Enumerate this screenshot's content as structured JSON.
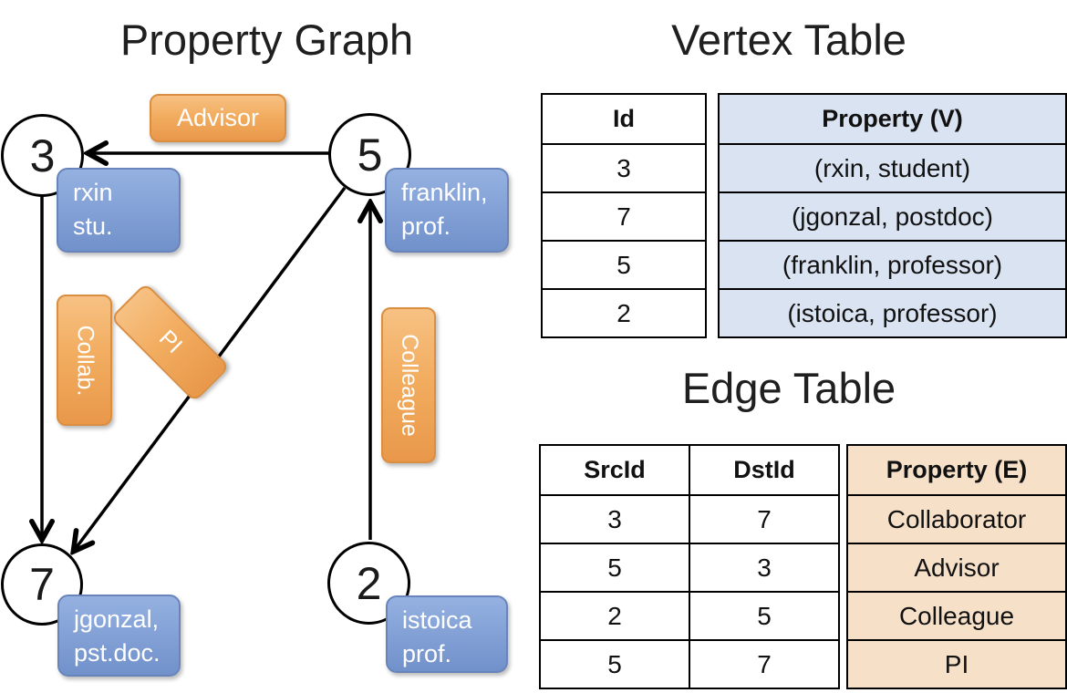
{
  "titles": {
    "graph": "Property Graph",
    "vertex": "Vertex Table",
    "edge": "Edge Table"
  },
  "graph": {
    "nodes": [
      {
        "id": "3",
        "property": {
          "line1": "rxin",
          "line2": "stu."
        }
      },
      {
        "id": "5",
        "property": {
          "line1": "franklin,",
          "line2": "prof."
        }
      },
      {
        "id": "7",
        "property": {
          "line1": "jgonzal,",
          "line2": "pst.doc."
        }
      },
      {
        "id": "2",
        "property": {
          "line1": "istoica",
          "line2": "prof."
        }
      }
    ],
    "edges": [
      {
        "label": "Advisor",
        "src": "5",
        "dst": "3"
      },
      {
        "label": "Collab.",
        "src": "3",
        "dst": "7"
      },
      {
        "label": "PI",
        "src": "5",
        "dst": "7"
      },
      {
        "label": "Colleague",
        "src": "2",
        "dst": "5"
      }
    ]
  },
  "vertex_table": {
    "headers": {
      "id": "Id",
      "property": "Property (V)"
    },
    "rows": [
      {
        "id": "3",
        "property": "(rxin, student)"
      },
      {
        "id": "7",
        "property": "(jgonzal, postdoc)"
      },
      {
        "id": "5",
        "property": "(franklin, professor)"
      },
      {
        "id": "2",
        "property": "(istoica, professor)"
      }
    ]
  },
  "edge_table": {
    "headers": {
      "src": "SrcId",
      "dst": "DstId",
      "property": "Property (E)"
    },
    "rows": [
      {
        "src": "3",
        "dst": "7",
        "property": "Collaborator"
      },
      {
        "src": "5",
        "dst": "3",
        "property": "Advisor"
      },
      {
        "src": "2",
        "dst": "5",
        "property": "Colleague"
      },
      {
        "src": "5",
        "dst": "7",
        "property": "PI"
      }
    ]
  },
  "colors": {
    "vertex_cell_bg": "#dae3f1",
    "edge_cell_bg": "#f6e0c8",
    "vertex_box_blue": "#7f9fd6",
    "edge_label_orange": "#eda054",
    "line_black": "#000000"
  }
}
